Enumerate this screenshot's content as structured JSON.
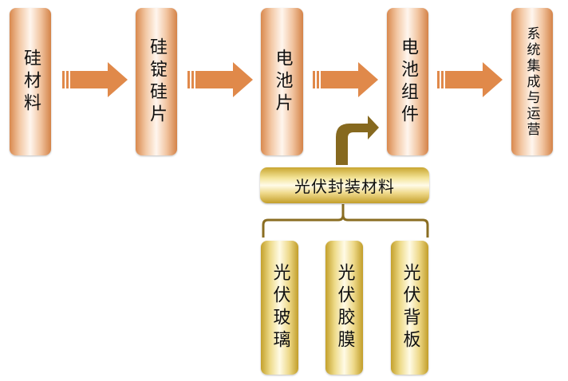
{
  "chain": [
    {
      "label": "硅材料"
    },
    {
      "label": "硅锭硅片"
    },
    {
      "label": "电池片"
    },
    {
      "label": "电池组件"
    },
    {
      "label": "系统集成与运营"
    }
  ],
  "encapsulation": {
    "label": "光伏封装材料",
    "children": [
      {
        "label": "光伏玻璃"
      },
      {
        "label": "光伏胶膜"
      },
      {
        "label": "光伏背板"
      }
    ]
  },
  "colors": {
    "arrow": "#e0894a",
    "bent_arrow": "#86691f",
    "bracket": "#8a6d22"
  }
}
